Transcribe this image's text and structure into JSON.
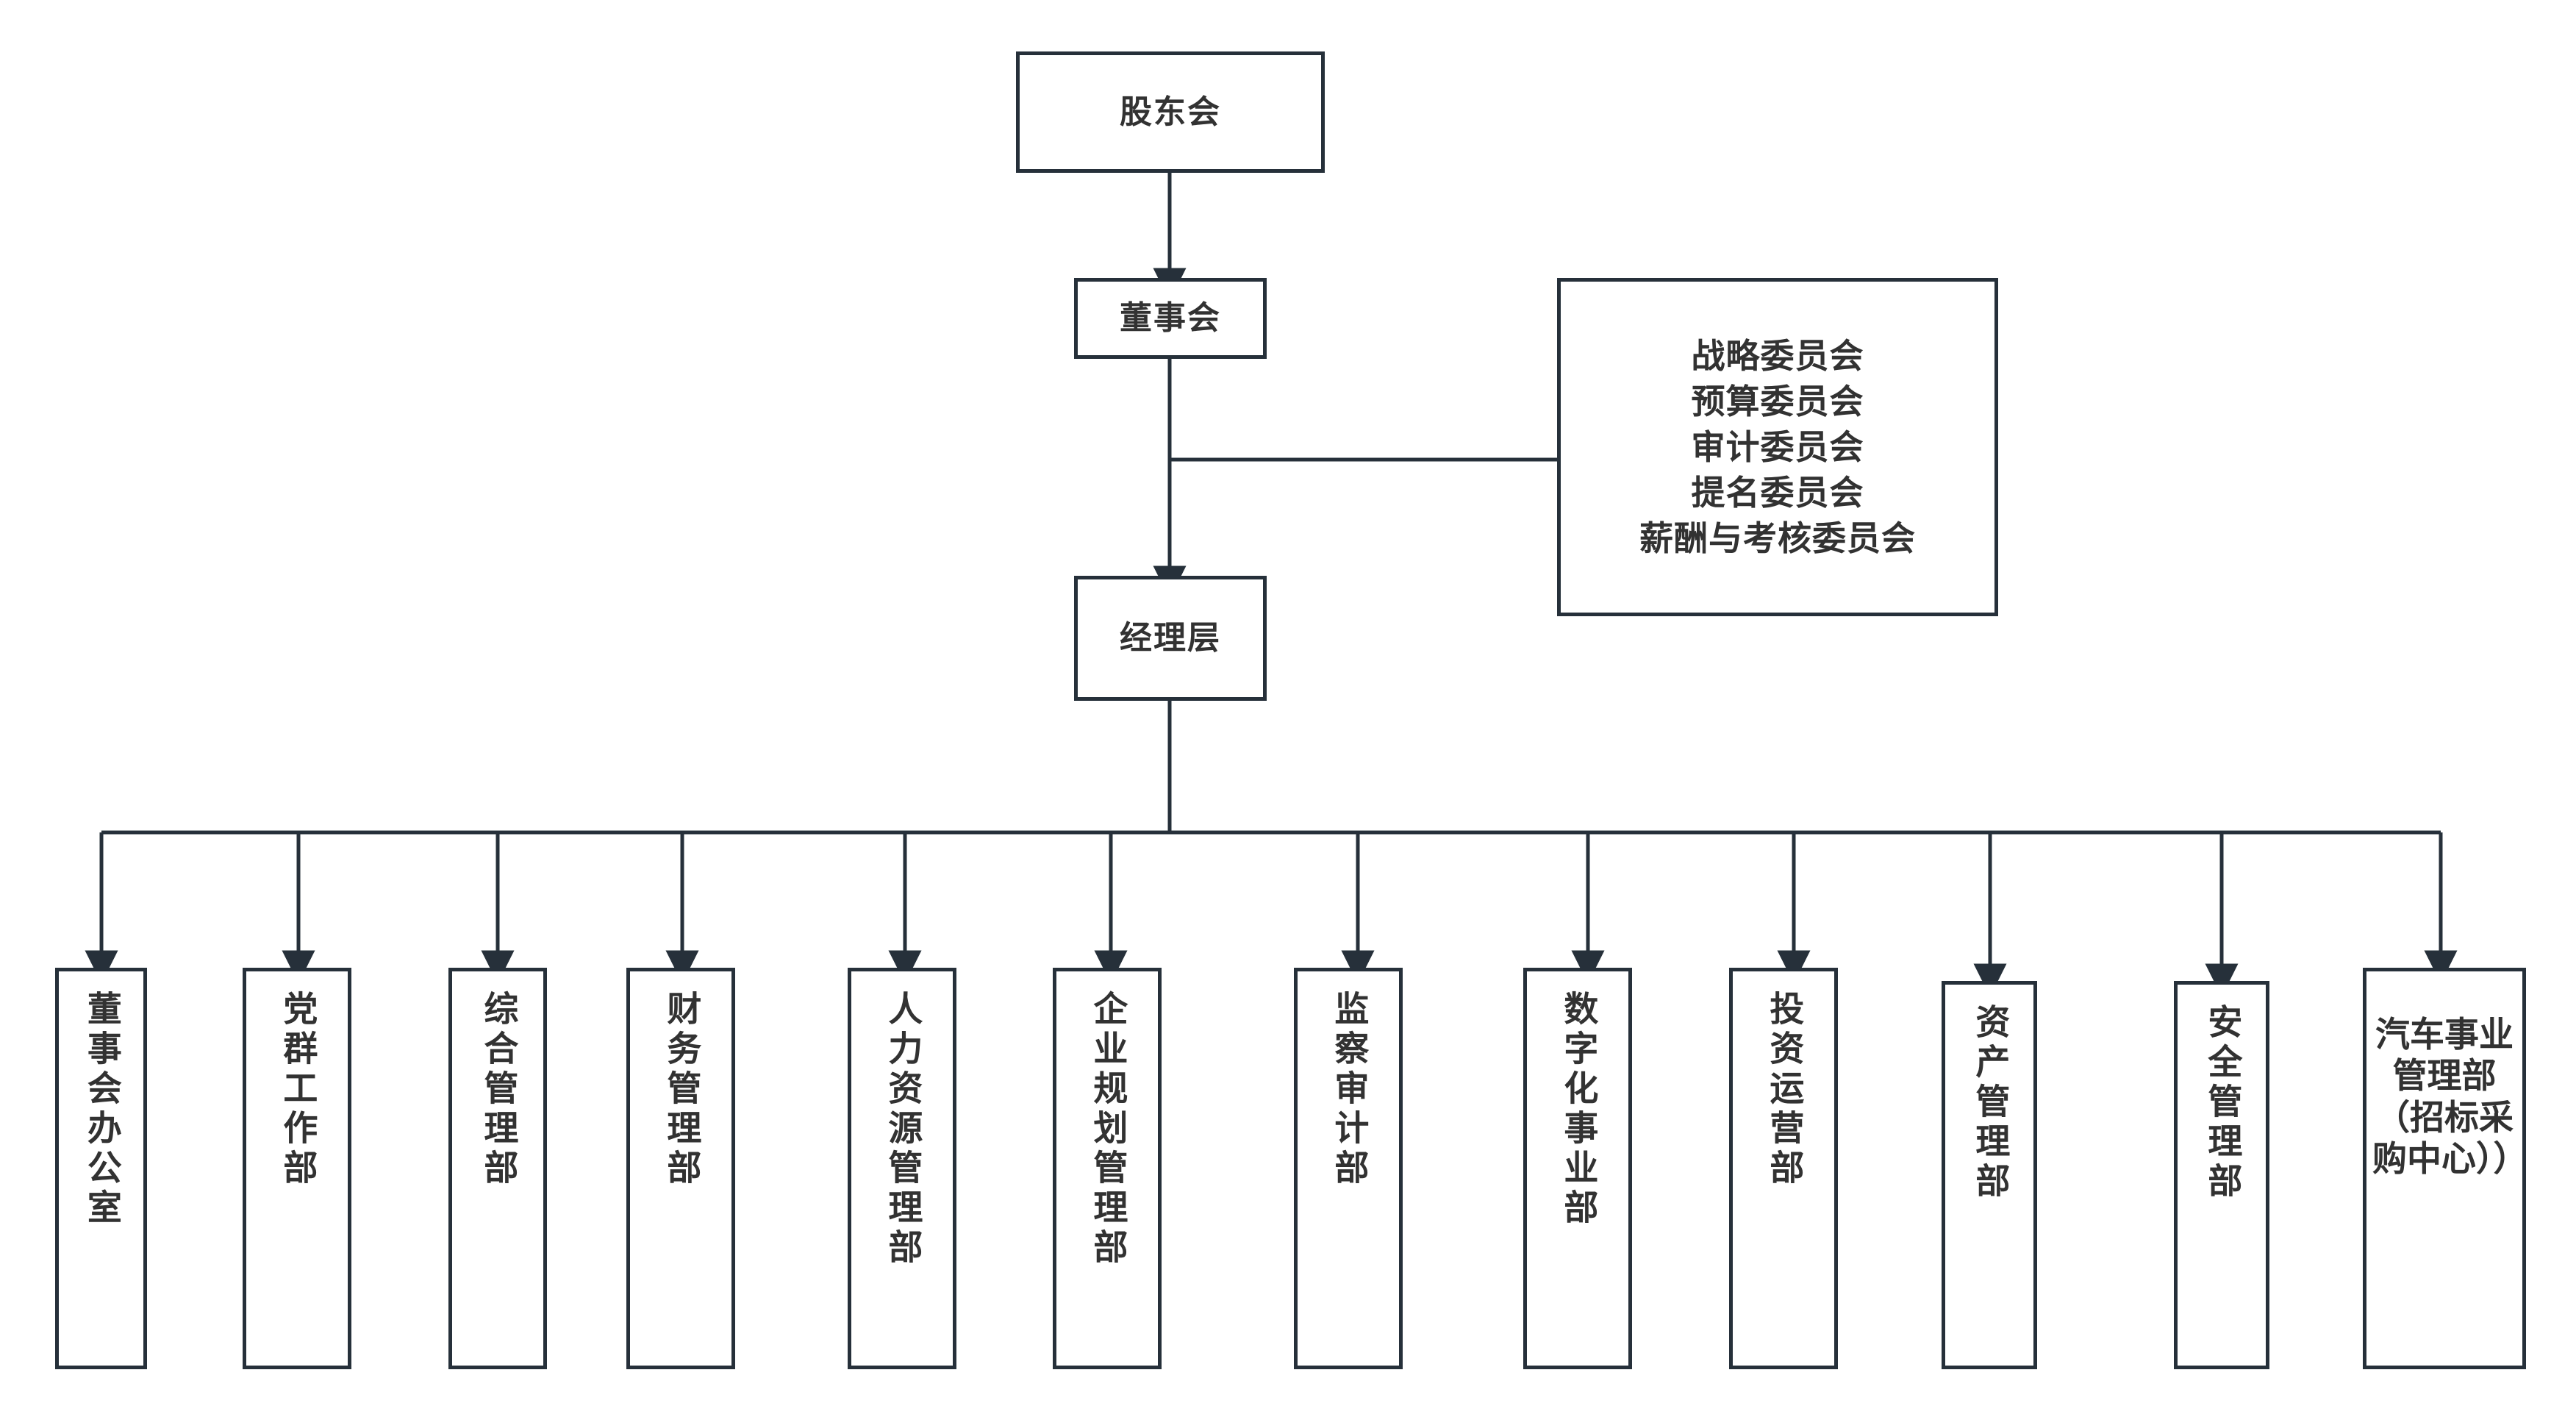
{
  "chart_title": "",
  "colors": {
    "stroke": "#26303a",
    "text": "#323232",
    "background": "#ffffff"
  },
  "nodes": {
    "shareholders": {
      "label": "股东会"
    },
    "board": {
      "label": "董事会"
    },
    "management": {
      "label": "经理层"
    },
    "committees": {
      "lines": [
        "战略委员会",
        "预算委员会",
        "审计委员会",
        "提名委员会",
        "薪酬与考核委员会"
      ]
    }
  },
  "departments": [
    {
      "label": "董事会办公室"
    },
    {
      "label": "党群工作部"
    },
    {
      "label": "综合管理部"
    },
    {
      "label": "财务管理部"
    },
    {
      "label": "人力资源管理部"
    },
    {
      "label": "企业规划管理部"
    },
    {
      "label": "监察审计部"
    },
    {
      "label": "数字化事业部"
    },
    {
      "label": "投资运营部"
    },
    {
      "label": "资产管理部"
    },
    {
      "label": "安全管理部"
    },
    {
      "label": "汽车事业管理部（招标采购中心））"
    }
  ],
  "chart_data": {
    "type": "diagram",
    "diagram_kind": "organization-chart",
    "hierarchy": [
      {
        "level": 1,
        "label": "股东会",
        "children": [
          {
            "level": 2,
            "label": "董事会",
            "side_attachment": {
              "label": "战略委员会 / 预算委员会 / 审计委员会 / 提名委员会 / 薪酬与考核委员会",
              "items": [
                "战略委员会",
                "预算委员会",
                "审计委员会",
                "提名委员会",
                "薪酬与考核委员会"
              ]
            },
            "children": [
              {
                "level": 3,
                "label": "经理层",
                "children": [
                  "董事会办公室",
                  "党群工作部",
                  "综合管理部",
                  "财务管理部",
                  "人力资源管理部",
                  "企业规划管理部",
                  "监察审计部",
                  "数字化事业部",
                  "投资运营部",
                  "资产管理部",
                  "安全管理部",
                  "汽车事业管理部（招标采购中心））"
                ]
              }
            ]
          }
        ]
      }
    ],
    "edges": [
      {
        "from": "股东会",
        "to": "董事会",
        "style": "solid-arrow-down"
      },
      {
        "from": "董事会",
        "to": "经理层",
        "style": "solid-arrow-down"
      },
      {
        "from": "董事会",
        "to": "委员会",
        "style": "solid-arrow-right"
      },
      {
        "from": "经理层",
        "to": "董事会办公室",
        "style": "bus-arrow-down"
      },
      {
        "from": "经理层",
        "to": "党群工作部",
        "style": "bus-arrow-down"
      },
      {
        "from": "经理层",
        "to": "综合管理部",
        "style": "bus-arrow-down"
      },
      {
        "from": "经理层",
        "to": "财务管理部",
        "style": "bus-arrow-down"
      },
      {
        "from": "经理层",
        "to": "人力资源管理部",
        "style": "bus-arrow-down"
      },
      {
        "from": "经理层",
        "to": "企业规划管理部",
        "style": "bus-arrow-down"
      },
      {
        "from": "经理层",
        "to": "监察审计部",
        "style": "bus-arrow-down"
      },
      {
        "from": "经理层",
        "to": "数字化事业部",
        "style": "bus-arrow-down"
      },
      {
        "from": "经理层",
        "to": "投资运营部",
        "style": "bus-arrow-down"
      },
      {
        "from": "经理层",
        "to": "资产管理部",
        "style": "bus-arrow-down"
      },
      {
        "from": "经理层",
        "to": "安全管理部",
        "style": "bus-arrow-down"
      },
      {
        "from": "经理层",
        "to": "汽车事业管理部（招标采购中心））",
        "style": "bus-arrow-down"
      }
    ]
  }
}
